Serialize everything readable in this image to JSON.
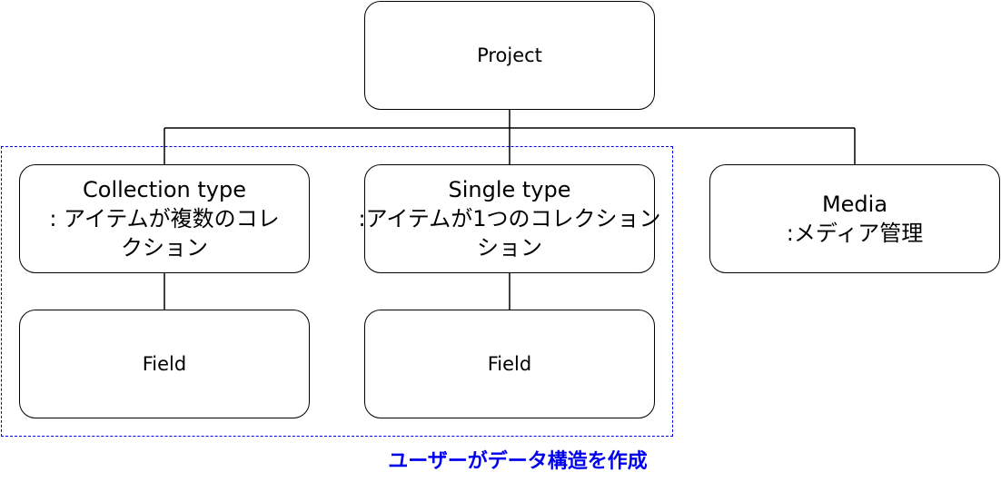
{
  "nodes": {
    "project": {
      "label": "Project"
    },
    "collection_type": {
      "lines": [
        "Collection type",
        ": アイテムが複数のコレ",
        "クション"
      ]
    },
    "single_type": {
      "lines": [
        "Single type",
        ":アイテムが1つのコレクション",
        "ション"
      ]
    },
    "media": {
      "lines": [
        "Media",
        ":メディア管理"
      ]
    },
    "field_collection": {
      "label": "Field"
    },
    "field_single": {
      "label": "Field"
    }
  },
  "group": {
    "label": "ユーザーがデータ構造を作成",
    "color": "#0000ee"
  }
}
